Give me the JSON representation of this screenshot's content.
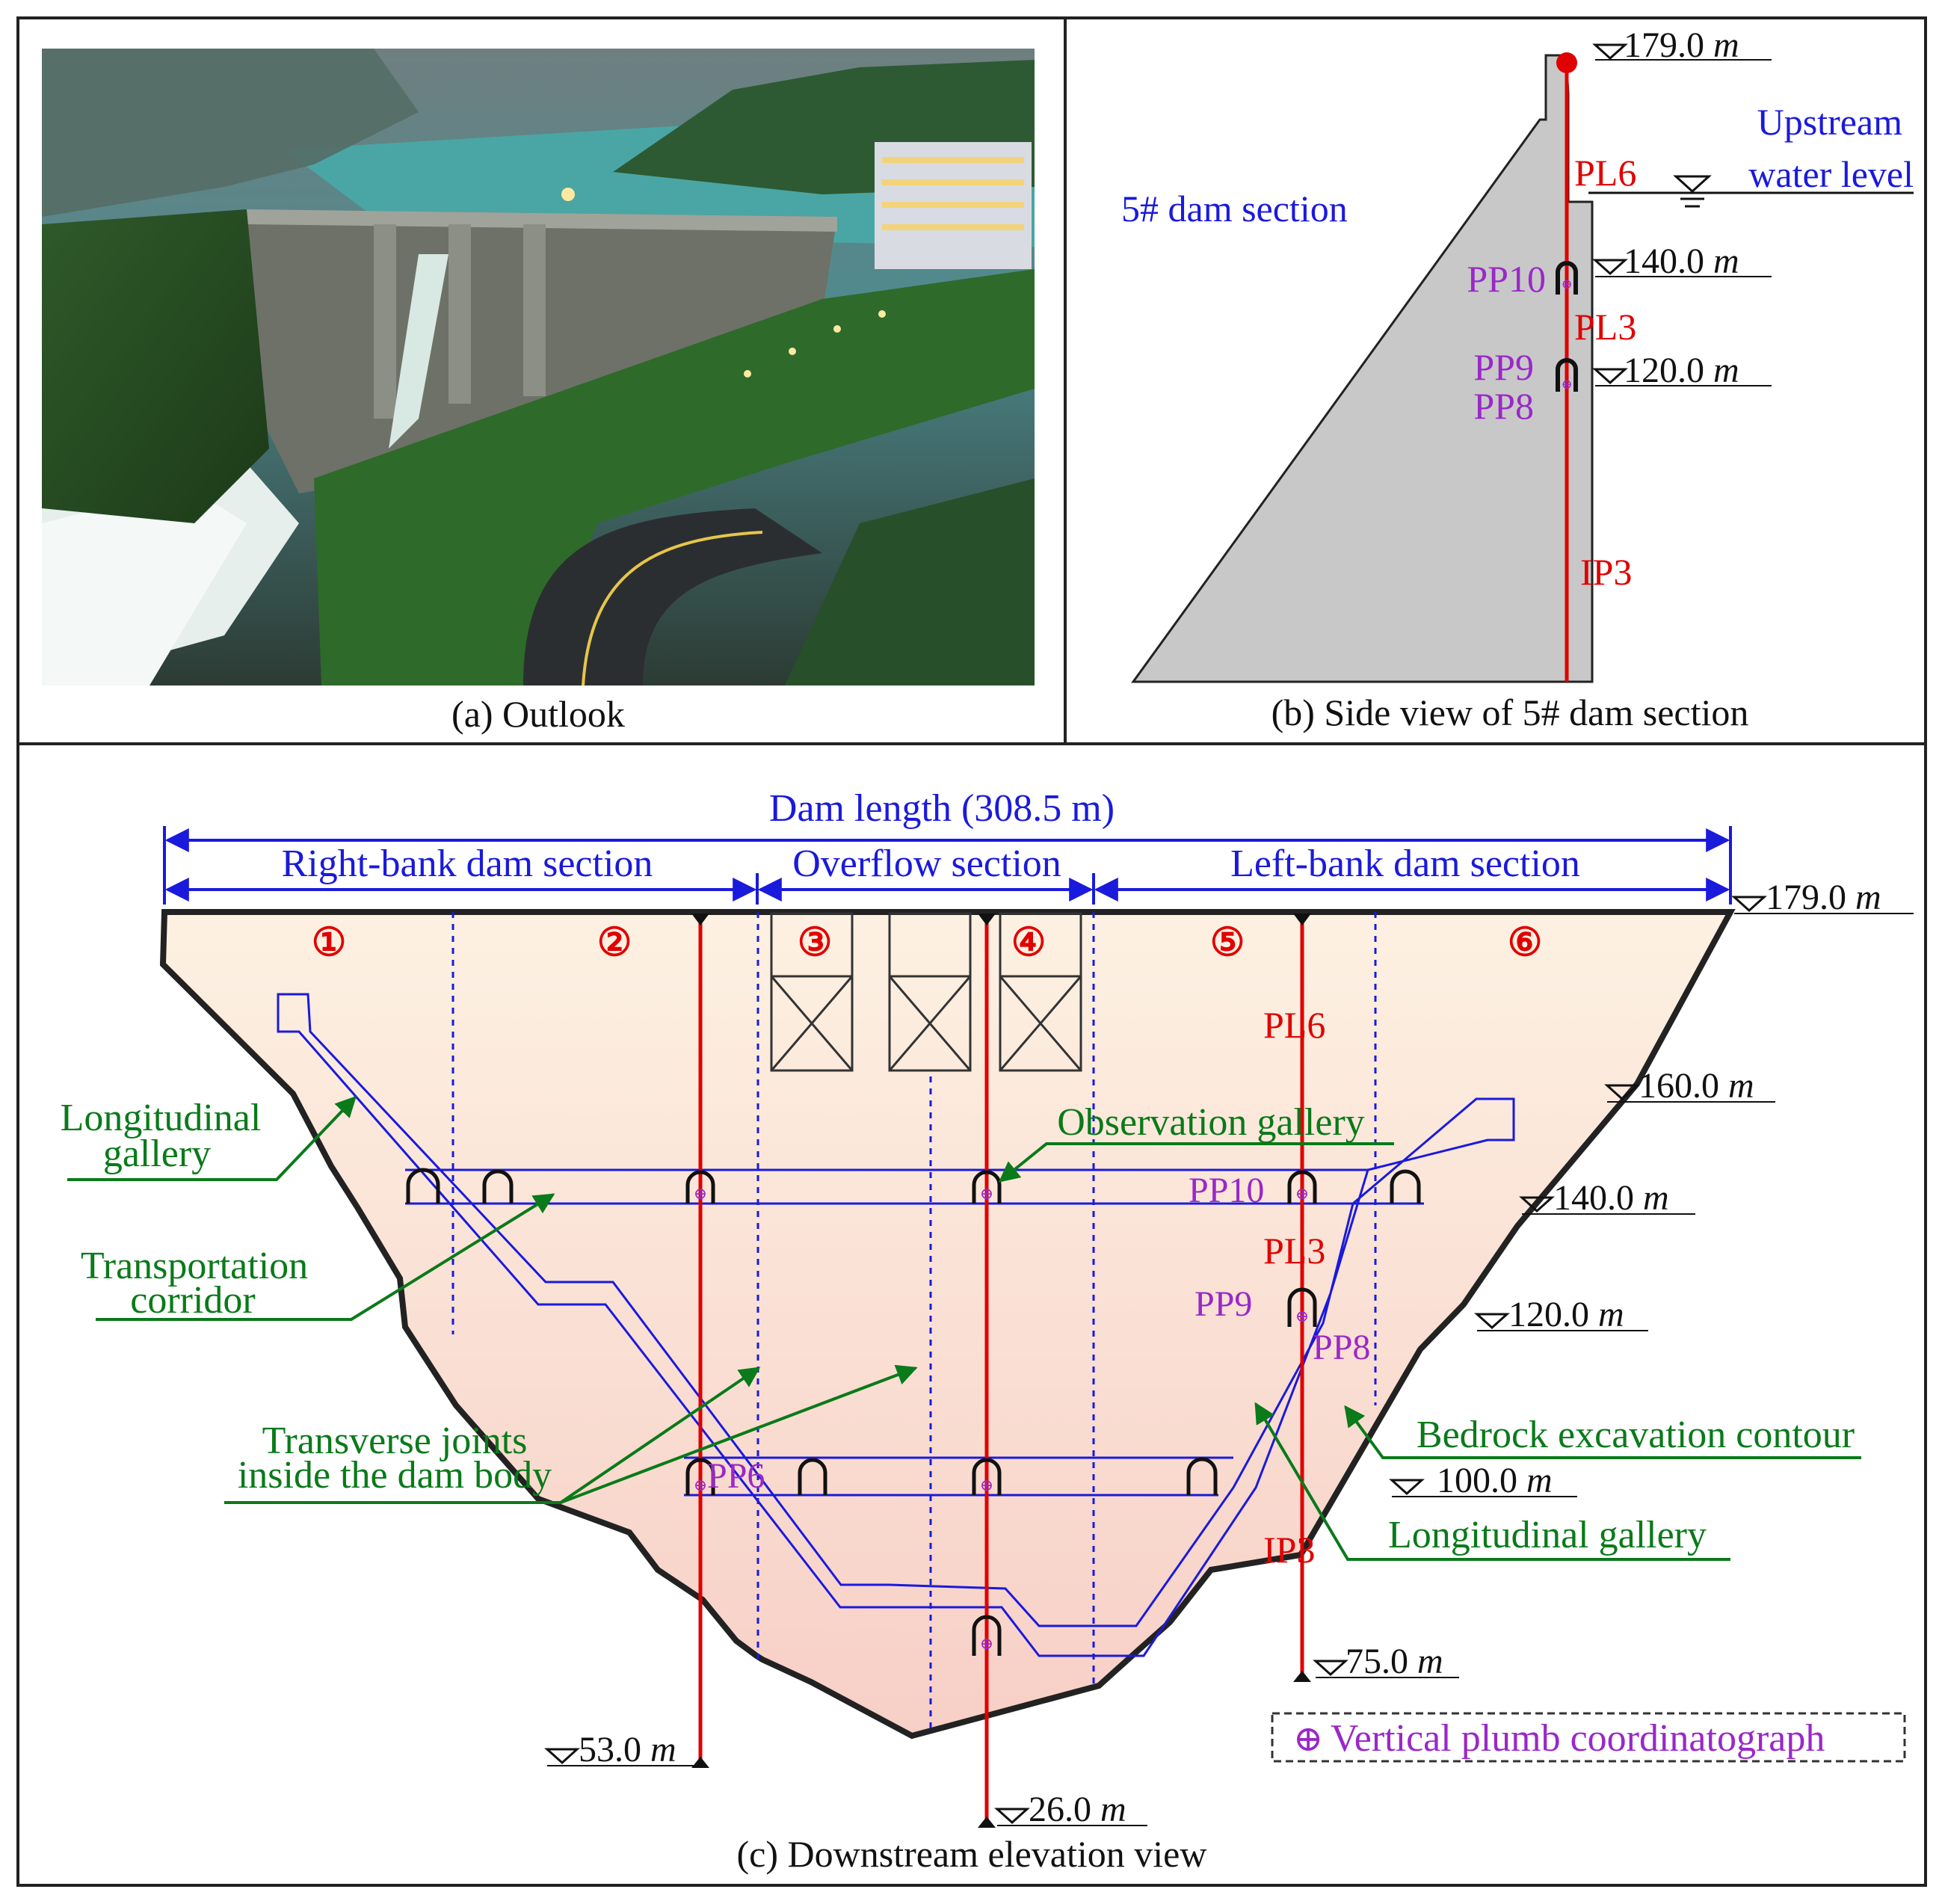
{
  "panel_a": {
    "caption": "(a) Outlook"
  },
  "panel_b": {
    "caption": "(b) Side view of 5# dam section",
    "section_label": "5# dam section",
    "upstream_line1": "Upstream",
    "upstream_line2": "water level",
    "elev_179": "179.0",
    "elev_140": "140.0",
    "elev_120": "120.0",
    "unit": "m",
    "pl6": "PL6",
    "pl3": "PL3",
    "ip3": "IP3",
    "pp10": "PP10",
    "pp9": "PP9",
    "pp8": "PP8"
  },
  "panel_c": {
    "caption": "(c) Downstream elevation view",
    "dam_length": "Dam length (308.5 m)",
    "right_bank": "Right-bank dam section",
    "overflow": "Overflow section",
    "left_bank": "Left-bank dam section",
    "unit": "m",
    "elevations": {
      "e179": "179.0",
      "e160": "160.0",
      "e140": "140.0",
      "e120": "120.0",
      "e100": "100.0",
      "e75": "75.0",
      "e53": "53.0",
      "e26": "26.0"
    },
    "sections": [
      "①",
      "②",
      "③",
      "④",
      "⑤",
      "⑥"
    ],
    "pl6": "PL6",
    "pl3": "PL3",
    "ip3": "IP3",
    "pp10": "PP10",
    "pp9": "PP9",
    "pp8": "PP8",
    "pp6": "PP6",
    "long_gallery_1": "Longitudinal",
    "long_gallery_2": "gallery",
    "transport_1": "Transportation",
    "transport_2": "corridor",
    "transverse_1": "Transverse joints",
    "transverse_2": "inside the dam body",
    "observation": "Observation gallery",
    "bedrock": "Bedrock excavation contour",
    "long_gallery_right": "Longitudinal gallery",
    "legend": "Vertical plumb coordinatograph",
    "legend_symbol": "⊕"
  },
  "colors": {
    "red": "#e00000",
    "blue": "#1a1adc",
    "purple": "#9a28c8",
    "green": "#0a7a1a",
    "gray": "#c8c8c8"
  }
}
